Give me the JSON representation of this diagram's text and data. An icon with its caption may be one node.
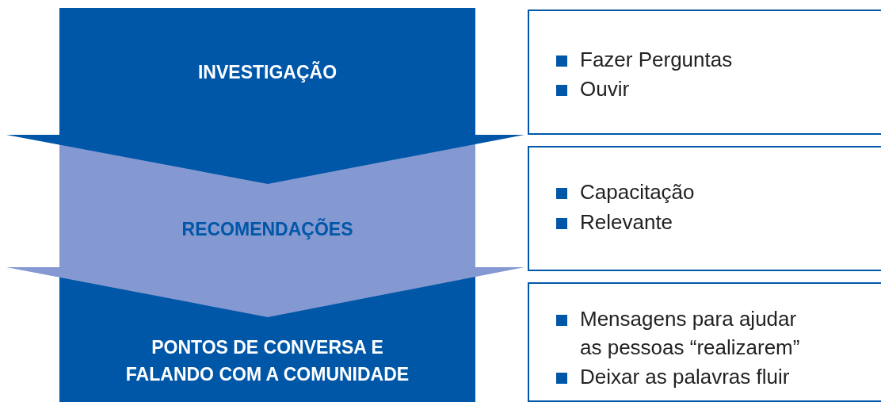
{
  "diagram": {
    "nodes": [
      {
        "text": [
          "INVESTIGAÇÃO"
        ]
      },
      {
        "text": [
          "RECOMENDAÇÕES"
        ]
      },
      {
        "text": [
          "PONTOS DE CONVERSA E FALANDO COM A COMUNIDADE"
        ]
      },
      {
        "text": [
          "Fazer Perguntas",
          "Ouvir"
        ]
      },
      {
        "text": [
          "Capacitação",
          "Relevante"
        ]
      },
      {
        "text": [
          "Mensagens para ajudar as pessoas “realizarem”",
          "Deixar as palavras fluir"
        ]
      }
    ]
  }
}
